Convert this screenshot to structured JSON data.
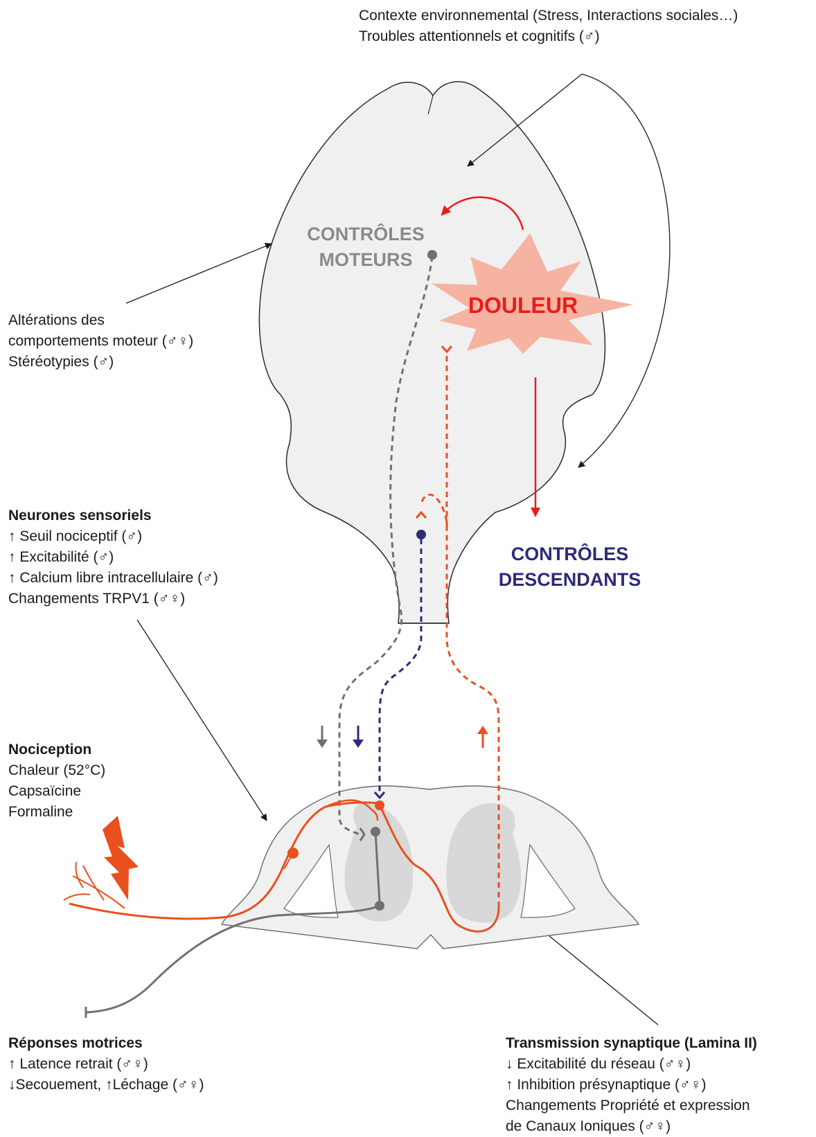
{
  "top_context": {
    "line1": "Contexte environnemental  (Stress, Interactions sociales…)",
    "line2": "Troubles attentionnels et cognitifs (♂)"
  },
  "motor_controls": {
    "line1": "CONTRÔLES",
    "line2": "MOTEURS"
  },
  "pain": {
    "label": "DOULEUR"
  },
  "descending_controls": {
    "line1": "CONTRÔLES",
    "line2": "DESCENDANTS"
  },
  "motor_behaviour": {
    "line1": "Altérations des",
    "line2": "comportements moteur (♂♀)",
    "line3": "Stéréotypies (♂)"
  },
  "sensory_neurons": {
    "title": "Neurones sensoriels",
    "items": [
      "↑ Seuil nociceptif (♂)",
      "↑ Excitabilité  (♂)",
      "↑ Calcium libre intracellulaire (♂)",
      "Changements TRPV1 (♂♀)"
    ]
  },
  "nociception": {
    "title": "Nociception",
    "items": [
      "Chaleur (52°C)",
      "Capsaïcine",
      "Formaline"
    ]
  },
  "motor_responses": {
    "title": "Réponses motrices",
    "items": [
      "↑ Latence retrait (♂♀)",
      "↓Secouement, ↑Léchage (♂♀)"
    ]
  },
  "synaptic_transmission": {
    "title": "Transmission synaptique (Lamina II)",
    "items": [
      "↓ Excitabilité du réseau (♂♀)",
      "↑ Inhibition  présynaptique  (♂♀)",
      "Changements  Propriété et expression",
      "de Canaux Ioniques (♂♀)"
    ]
  },
  "colors": {
    "nociceptive_pathway": "#e8501e",
    "motor_pathway": "#707070",
    "descending_pathway": "#2e2a7a",
    "pain": "#e81c1c",
    "pain_burst": "#f6b3a1",
    "brain_fill": "#f0f0f0",
    "grey_matter": "#d8d8d8"
  }
}
